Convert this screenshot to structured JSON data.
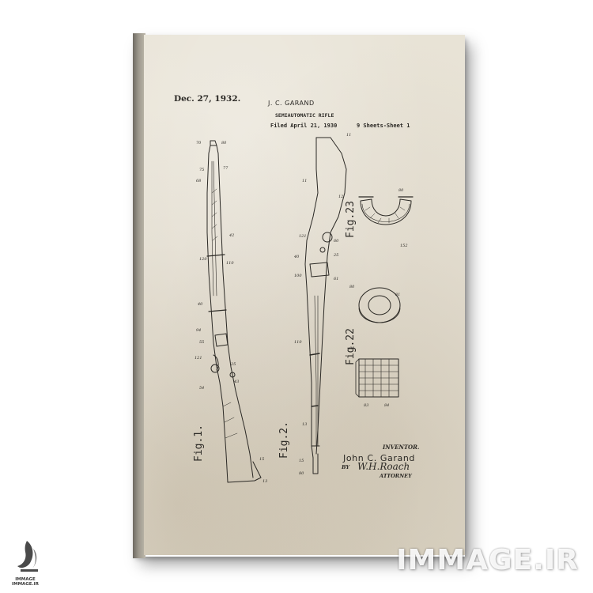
{
  "patent": {
    "date": "Dec. 27, 1932.",
    "inventor_name": "J. C. GARAND",
    "title": "SEMIAUTOMATIC RIFLE",
    "filed": "Filed April 21, 1930",
    "sheets": "9 Sheets-Sheet 1",
    "figures": {
      "fig1": "Fig.1.",
      "fig2": "Fig.2.",
      "fig23": "Fig.23",
      "fig22": "Fig.22"
    },
    "inventor_label": "INVENTOR.",
    "inventor_signature": "John C. Garand",
    "by_label": "BY",
    "attorney_signature": "W.H.Roach",
    "attorney_label": "ATTORNEY"
  },
  "watermark": {
    "site_text": "IMMAGE.IR",
    "logo_line1": "IMMAGE",
    "logo_line2": "IMMAGE.IR"
  },
  "colors": {
    "paper": "#e8e3d6",
    "ink": "#2b2925",
    "background": "#ffffff"
  }
}
